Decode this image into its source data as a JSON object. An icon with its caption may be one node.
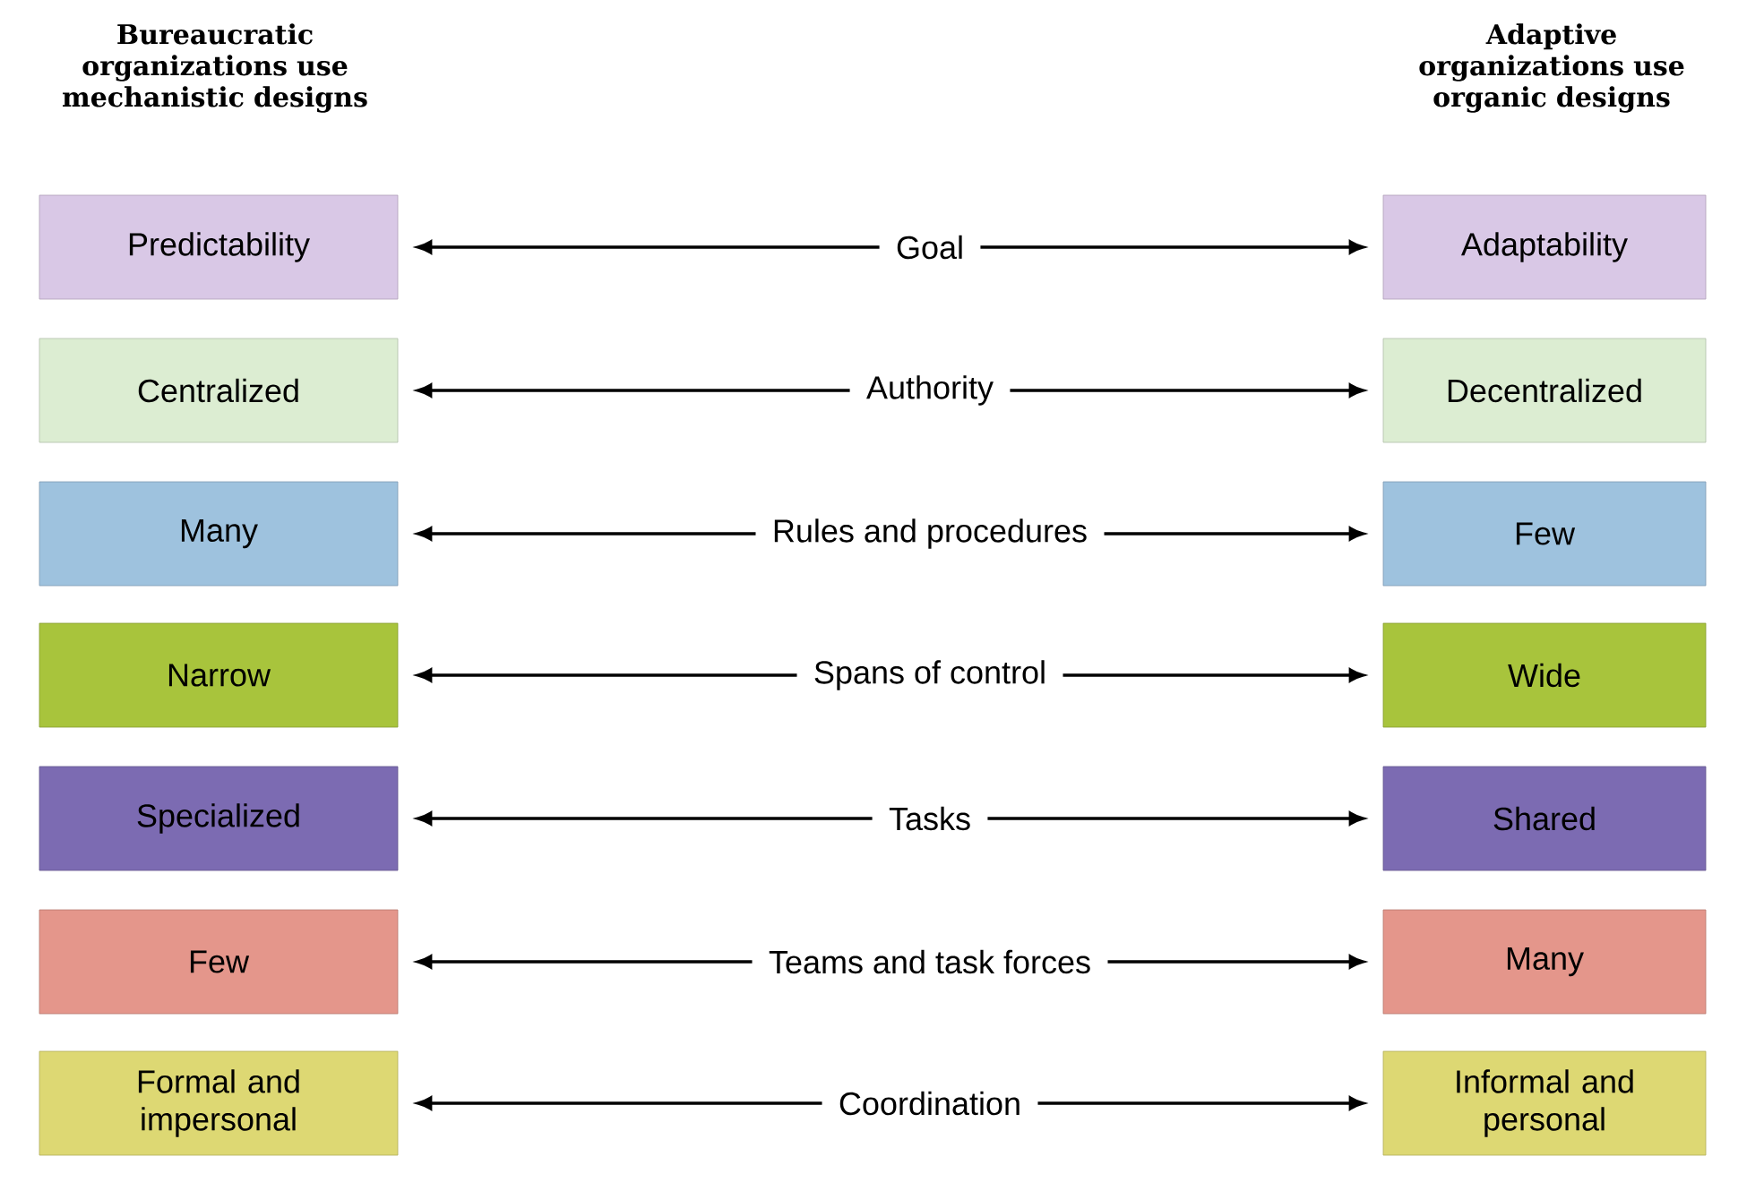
{
  "diagram": {
    "nodes": [
      {
        "text": [
          "Predictability"
        ]
      },
      {
        "text": [
          "Goal"
        ]
      },
      {
        "text": [
          "Adaptability"
        ]
      },
      {
        "text": [
          "Centralized"
        ]
      },
      {
        "text": [
          "Authority"
        ]
      },
      {
        "text": [
          "Decentralized"
        ]
      },
      {
        "text": [
          "Many"
        ]
      },
      {
        "text": [
          "Rules and procedures"
        ]
      },
      {
        "text": [
          "Few"
        ]
      },
      {
        "text": [
          "Narrow"
        ]
      },
      {
        "text": [
          "Spans of control"
        ]
      },
      {
        "text": [
          "Wide"
        ]
      },
      {
        "text": [
          "Specialized"
        ]
      },
      {
        "text": [
          "Tasks"
        ]
      },
      {
        "text": [
          "Shared"
        ]
      },
      {
        "text": [
          "Few"
        ]
      },
      {
        "text": [
          "Teams and task forces"
        ]
      },
      {
        "text": [
          "Many"
        ]
      },
      {
        "text": [
          "Formal and impersonal"
        ]
      },
      {
        "text": [
          "Coordination"
        ]
      },
      {
        "text": [
          "Informal and personal"
        ]
      }
    ],
    "edges": [
      {
        "from": 1,
        "to": 0,
        "arrow": "to"
      },
      {
        "from": 1,
        "to": 2,
        "arrow": "to"
      },
      {
        "from": 4,
        "to": 3,
        "arrow": "to"
      },
      {
        "from": 4,
        "to": 5,
        "arrow": "to"
      },
      {
        "from": 7,
        "to": 6,
        "arrow": "to"
      },
      {
        "from": 7,
        "to": 8,
        "arrow": "to"
      },
      {
        "from": 10,
        "to": 9,
        "arrow": "to"
      },
      {
        "from": 10,
        "to": 11,
        "arrow": "to"
      },
      {
        "from": 13,
        "to": 12,
        "arrow": "to"
      },
      {
        "from": 13,
        "to": 14,
        "arrow": "to"
      },
      {
        "from": 16,
        "to": 15,
        "arrow": "to"
      },
      {
        "from": 16,
        "to": 17,
        "arrow": "to"
      },
      {
        "from": 19,
        "to": 18,
        "arrow": "to"
      },
      {
        "from": 19,
        "to": 20,
        "arrow": "to"
      }
    ],
    "labels": [
      "Bureaucratic organizations use mechanistic designs",
      "Adaptive organizations use organic designs"
    ]
  }
}
